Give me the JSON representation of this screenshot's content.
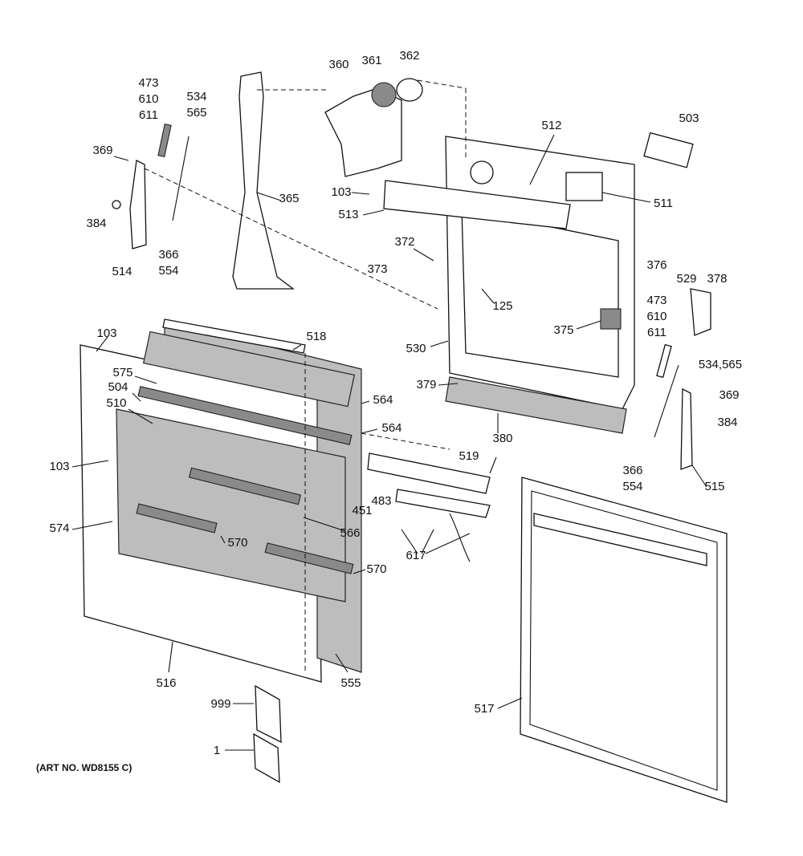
{
  "diagram": {
    "caption": "(ART NO. WD8155 C)",
    "part_labels": [
      "473",
      "610",
      "611",
      "534",
      "565",
      "369",
      "384",
      "514",
      "366",
      "554",
      "365",
      "360",
      "361",
      "362",
      "512",
      "503",
      "103",
      "513",
      "511",
      "372",
      "373",
      "125",
      "376",
      "473",
      "610",
      "611",
      "529",
      "378",
      "375",
      "530",
      "534,565",
      "379",
      "369",
      "380",
      "384",
      "366",
      "554",
      "515",
      "518",
      "103",
      "575",
      "504",
      "510",
      "564",
      "564",
      "519",
      "103",
      "451",
      "483",
      "566",
      "574",
      "570",
      "570",
      "617",
      "516",
      "555",
      "999",
      "517",
      "1"
    ]
  }
}
